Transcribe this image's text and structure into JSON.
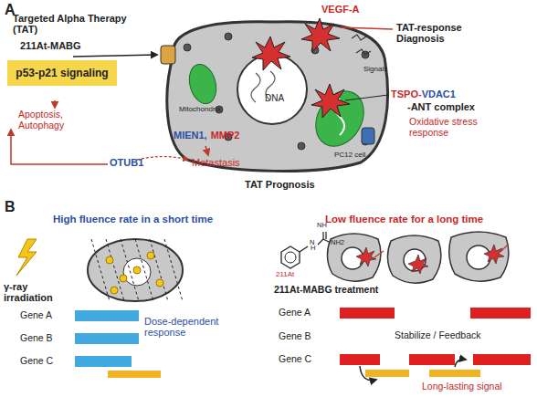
{
  "diagram": {
    "nodes": [
      {
        "text": [
          "p53-p21 signaling"
        ]
      }
    ],
    "labels": [
      "A",
      "Targeted Alpha Therapy (TAT)",
      "211At-MABG",
      "Apoptosis, Autophagy",
      "Mitochondria",
      "DNA",
      "VEGF-A",
      "TAT-response Diagnosis",
      "Signals",
      "TSPO-",
      "VDAC1",
      "-ANT complex",
      "Oxidative stress response",
      "PC12 cell",
      "MIEN1,",
      "MMP2",
      "OTUB1",
      "Metastasis",
      "TAT Prognosis",
      "B",
      "High fluence rate in a short time",
      "γ-ray irradiation",
      "Gene A",
      "Gene B",
      "Gene C",
      "Dose-dependent response",
      "Low fluence rate for a long time",
      "NH",
      "H",
      "N",
      "NH2",
      "211At",
      "211At-MABG treatment",
      "Gene A",
      "Gene B",
      "Gene C",
      "Stabilize / Feedback",
      "Long-lasting signal"
    ]
  }
}
